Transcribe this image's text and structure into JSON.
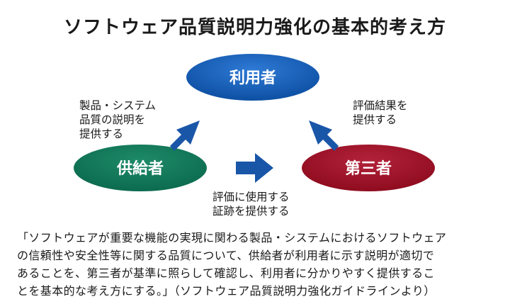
{
  "title": "ソフトウェア品質説明力強化の基本的考え方",
  "nodes": {
    "user": {
      "label": "利用者",
      "color": "#0c4fa2"
    },
    "supplier": {
      "label": "供給者",
      "color": "#0b6a4e"
    },
    "third_party": {
      "label": "第三者",
      "color": "#8e0b1e"
    }
  },
  "arrow_color": "#1a56a8",
  "edges": {
    "supplier_to_user": [
      "製品・システム",
      "品質の説明を",
      "提供する"
    ],
    "third_party_to_user": [
      "評価結果を",
      "提供する"
    ],
    "supplier_to_third_party": [
      "評価に使用する",
      "証跡を提供する"
    ]
  },
  "quote": [
    "「ソフトウェアが重要な機能の実現に関わる製品・システムにおけるソフトウェア",
    "の信頼性や安全性等に関する品質について、供給者が利用者に示す説明が適切で",
    "あることを、第三者が基準に照らして確認し、利用者に分かりやすく提供するこ",
    "とを基本的な考え方にする。」（ソフトウェア品質説明力強化ガイドラインより）"
  ]
}
